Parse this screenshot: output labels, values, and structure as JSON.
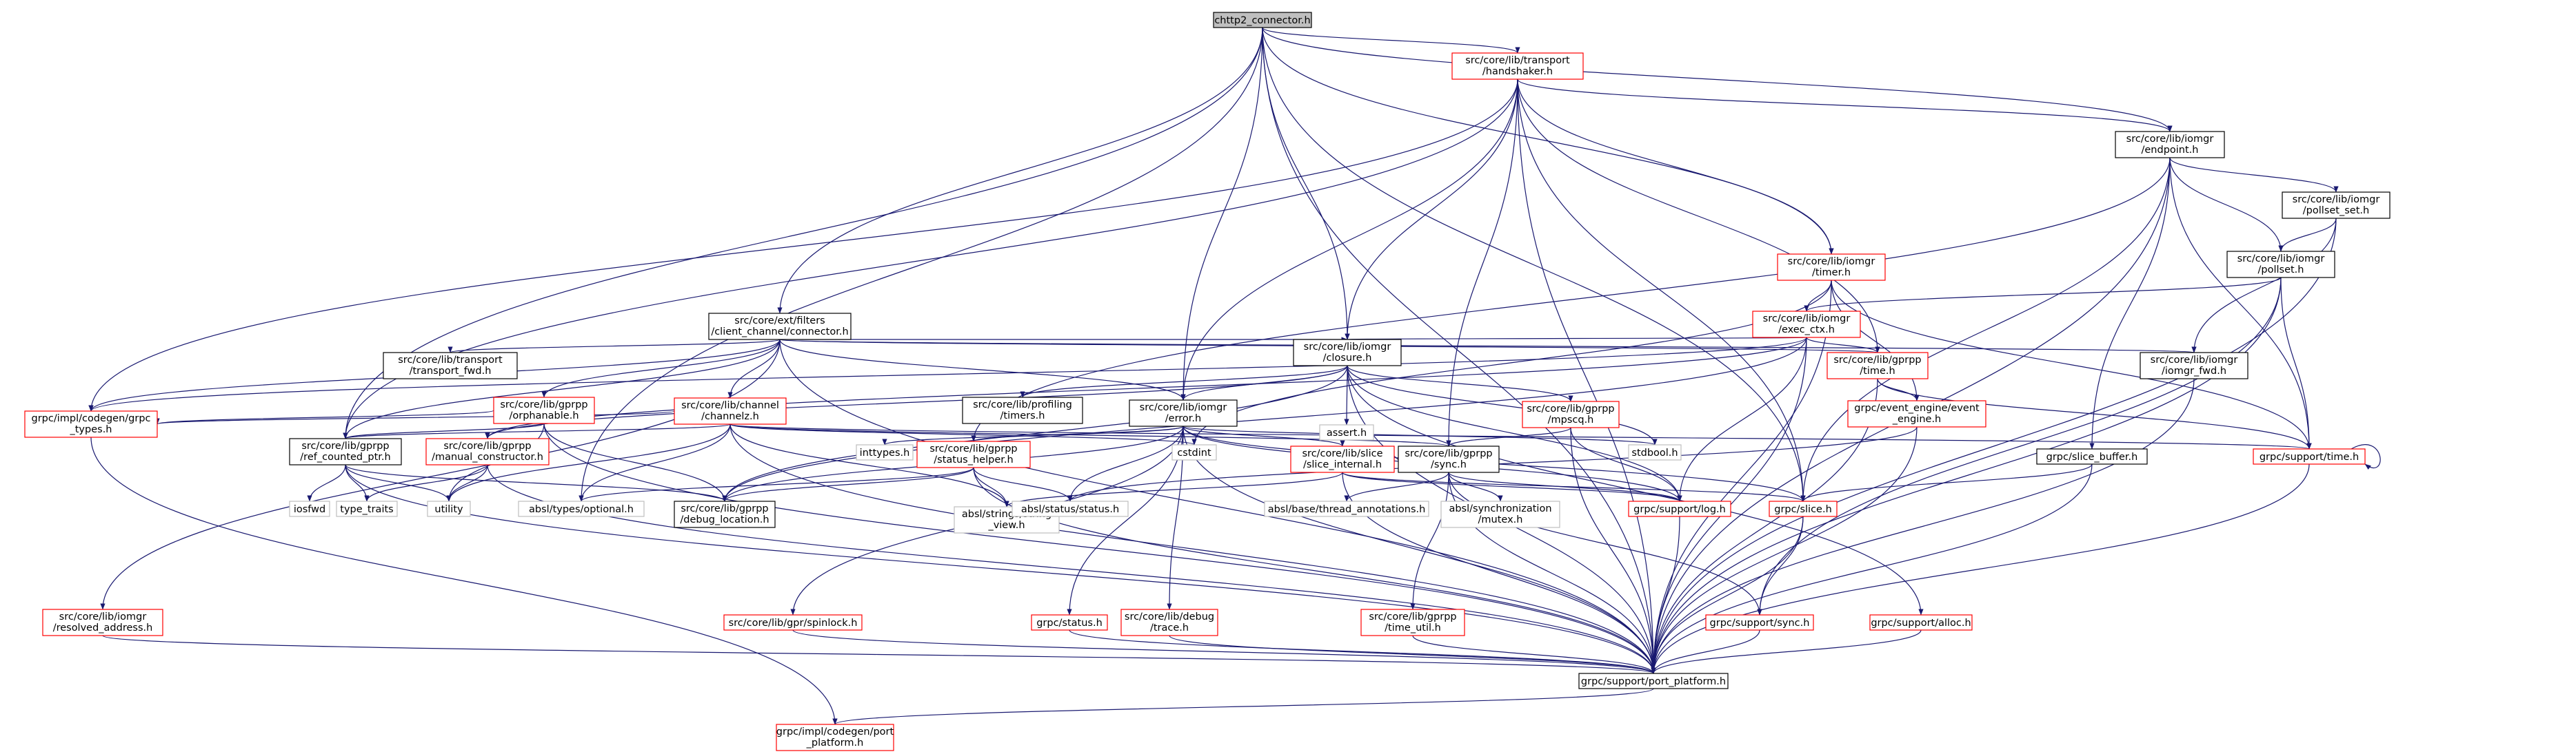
{
  "diagram": {
    "colors": {
      "edge": "#191970",
      "red_border": "#ff0000",
      "black_border": "#000000",
      "grey_border": "#bfbfbf",
      "root_fill": "#bfbfbf",
      "text": "#000000"
    },
    "nodes": [
      {
        "id": "root",
        "label": "chttp2_connector.h",
        "style": "root"
      },
      {
        "id": "handshaker",
        "label": "src/core/lib/transport\n/handshaker.h",
        "style": "red"
      },
      {
        "id": "endpoint",
        "label": "src/core/lib/iomgr\n/endpoint.h",
        "style": "black"
      },
      {
        "id": "pollset_set",
        "label": "src/core/lib/iomgr\n/pollset_set.h",
        "style": "black"
      },
      {
        "id": "pollset",
        "label": "src/core/lib/iomgr\n/pollset.h",
        "style": "black"
      },
      {
        "id": "timer",
        "label": "src/core/lib/iomgr\n/timer.h",
        "style": "red"
      },
      {
        "id": "exec_ctx",
        "label": "src/core/lib/iomgr\n/exec_ctx.h",
        "style": "red"
      },
      {
        "id": "client_channel_connector",
        "label": "src/core/ext/filters\n/client_channel/connector.h",
        "style": "black"
      },
      {
        "id": "transport_fwd",
        "label": "src/core/lib/transport\n/transport_fwd.h",
        "style": "black"
      },
      {
        "id": "closure",
        "label": "src/core/lib/iomgr\n/closure.h",
        "style": "black"
      },
      {
        "id": "gprpp_time",
        "label": "src/core/lib/gprpp\n/time.h",
        "style": "red"
      },
      {
        "id": "iomgr_fwd",
        "label": "src/core/lib/iomgr\n/iomgr_fwd.h",
        "style": "black"
      },
      {
        "id": "orphanable",
        "label": "src/core/lib/gprpp\n/orphanable.h",
        "style": "red"
      },
      {
        "id": "channelz",
        "label": "src/core/lib/channel\n/channelz.h",
        "style": "red"
      },
      {
        "id": "profiling_timers",
        "label": "src/core/lib/profiling\n/timers.h",
        "style": "black"
      },
      {
        "id": "assert",
        "label": "assert.h",
        "style": "grey"
      },
      {
        "id": "iomgr_error",
        "label": "src/core/lib/iomgr\n/error.h",
        "style": "black"
      },
      {
        "id": "mpscq",
        "label": "src/core/lib/gprpp\n/mpscq.h",
        "style": "red"
      },
      {
        "id": "event_engine",
        "label": "grpc/event_engine/event\n_engine.h",
        "style": "red"
      },
      {
        "id": "grpc_types",
        "label": "grpc/impl/codegen/grpc\n_types.h",
        "style": "red"
      },
      {
        "id": "ref_counted_ptr",
        "label": "src/core/lib/gprpp\n/ref_counted_ptr.h",
        "style": "black"
      },
      {
        "id": "manual_constructor",
        "label": "src/core/lib/gprpp\n/manual_constructor.h",
        "style": "red"
      },
      {
        "id": "inttypes",
        "label": "inttypes.h",
        "style": "grey"
      },
      {
        "id": "status_helper",
        "label": "src/core/lib/gprpp\n/status_helper.h",
        "style": "red"
      },
      {
        "id": "cstdint",
        "label": "cstdint",
        "style": "grey"
      },
      {
        "id": "slice_internal",
        "label": "src/core/lib/slice\n/slice_internal.h",
        "style": "red"
      },
      {
        "id": "gprpp_sync",
        "label": "src/core/lib/gprpp\n/sync.h",
        "style": "black"
      },
      {
        "id": "stdbool",
        "label": "stdbool.h",
        "style": "grey"
      },
      {
        "id": "slice_buffer",
        "label": "grpc/slice_buffer.h",
        "style": "black"
      },
      {
        "id": "support_time",
        "label": "grpc/support/time.h",
        "style": "red"
      },
      {
        "id": "iosfwd",
        "label": "iosfwd",
        "style": "grey"
      },
      {
        "id": "type_traits",
        "label": "type_traits",
        "style": "grey"
      },
      {
        "id": "utility",
        "label": "utility",
        "style": "grey"
      },
      {
        "id": "absl_optional",
        "label": "absl/types/optional.h",
        "style": "grey"
      },
      {
        "id": "debug_location",
        "label": "src/core/lib/gprpp\n/debug_location.h",
        "style": "black"
      },
      {
        "id": "string_view",
        "label": "absl/strings/string\n_view.h",
        "style": "grey"
      },
      {
        "id": "absl_status",
        "label": "absl/status/status.h",
        "style": "grey"
      },
      {
        "id": "thread_annotations",
        "label": "absl/base/thread_annotations.h",
        "style": "grey"
      },
      {
        "id": "absl_mutex",
        "label": "absl/synchronization\n/mutex.h",
        "style": "grey"
      },
      {
        "id": "support_log",
        "label": "grpc/support/log.h",
        "style": "red"
      },
      {
        "id": "grpc_slice",
        "label": "grpc/slice.h",
        "style": "red"
      },
      {
        "id": "resolved_address",
        "label": "src/core/lib/iomgr\n/resolved_address.h",
        "style": "red"
      },
      {
        "id": "spinlock",
        "label": "src/core/lib/gpr/spinlock.h",
        "style": "red"
      },
      {
        "id": "grpc_status",
        "label": "grpc/status.h",
        "style": "red"
      },
      {
        "id": "debug_trace",
        "label": "src/core/lib/debug\n/trace.h",
        "style": "red"
      },
      {
        "id": "time_util",
        "label": "src/core/lib/gprpp\n/time_util.h",
        "style": "red"
      },
      {
        "id": "support_sync",
        "label": "grpc/support/sync.h",
        "style": "red"
      },
      {
        "id": "support_alloc",
        "label": "grpc/support/alloc.h",
        "style": "red"
      },
      {
        "id": "port_platform",
        "label": "grpc/support/port_platform.h",
        "style": "black"
      },
      {
        "id": "codegen_port_platform",
        "label": "grpc/impl/codegen/port\n_platform.h",
        "style": "red"
      }
    ],
    "edges": [
      [
        "root",
        "handshaker"
      ],
      [
        "root",
        "endpoint"
      ],
      [
        "root",
        "timer"
      ],
      [
        "root",
        "client_channel_connector"
      ],
      [
        "root",
        "closure"
      ],
      [
        "root",
        "iomgr_error"
      ],
      [
        "root",
        "ref_counted_ptr"
      ],
      [
        "root",
        "absl_optional"
      ],
      [
        "root",
        "port_platform"
      ],
      [
        "root",
        "grpc_slice"
      ],
      [
        "handshaker",
        "endpoint"
      ],
      [
        "handshaker",
        "timer"
      ],
      [
        "handshaker",
        "closure"
      ],
      [
        "handshaker",
        "iomgr_error"
      ],
      [
        "handshaker",
        "gprpp_time"
      ],
      [
        "handshaker",
        "gprpp_sync"
      ],
      [
        "handshaker",
        "grpc_types"
      ],
      [
        "handshaker",
        "ref_counted_ptr"
      ],
      [
        "handshaker",
        "grpc_slice"
      ],
      [
        "handshaker",
        "port_platform"
      ],
      [
        "endpoint",
        "pollset_set"
      ],
      [
        "endpoint",
        "pollset"
      ],
      [
        "endpoint",
        "slice_buffer"
      ],
      [
        "endpoint",
        "support_time"
      ],
      [
        "endpoint",
        "grpc_slice"
      ],
      [
        "endpoint",
        "port_platform"
      ],
      [
        "endpoint",
        "status_helper"
      ],
      [
        "pollset_set",
        "pollset"
      ],
      [
        "pollset_set",
        "iomgr_fwd"
      ],
      [
        "pollset_set",
        "port_platform"
      ],
      [
        "pollset",
        "exec_ctx"
      ],
      [
        "pollset",
        "support_sync"
      ],
      [
        "pollset",
        "support_time"
      ],
      [
        "pollset",
        "port_platform"
      ],
      [
        "timer",
        "exec_ctx"
      ],
      [
        "timer",
        "support_time"
      ],
      [
        "timer",
        "event_engine"
      ],
      [
        "timer",
        "cstdint"
      ],
      [
        "timer",
        "port_platform"
      ],
      [
        "exec_ctx",
        "closure"
      ],
      [
        "exec_ctx",
        "gprpp_time"
      ],
      [
        "exec_ctx",
        "support_log"
      ],
      [
        "exec_ctx",
        "debug_location"
      ],
      [
        "exec_ctx",
        "manual_constructor"
      ],
      [
        "exec_ctx",
        "port_platform"
      ],
      [
        "exec_ctx",
        "grpc_types"
      ],
      [
        "client_channel_connector",
        "transport_fwd"
      ],
      [
        "client_channel_connector",
        "closure"
      ],
      [
        "client_channel_connector",
        "gprpp_time"
      ],
      [
        "client_channel_connector",
        "iomgr_fwd"
      ],
      [
        "client_channel_connector",
        "orphanable"
      ],
      [
        "client_channel_connector",
        "channelz"
      ],
      [
        "client_channel_connector",
        "iomgr_error"
      ],
      [
        "client_channel_connector",
        "grpc_types"
      ],
      [
        "client_channel_connector",
        "ref_counted_ptr"
      ],
      [
        "client_channel_connector",
        "resolved_address"
      ],
      [
        "client_channel_connector",
        "port_platform"
      ],
      [
        "closure",
        "profiling_timers"
      ],
      [
        "closure",
        "assert"
      ],
      [
        "closure",
        "iomgr_error"
      ],
      [
        "closure",
        "mpscq"
      ],
      [
        "closure",
        "debug_location"
      ],
      [
        "closure",
        "manual_constructor"
      ],
      [
        "closure",
        "support_log"
      ],
      [
        "closure",
        "support_alloc"
      ],
      [
        "closure",
        "port_platform"
      ],
      [
        "closure",
        "stdbool"
      ],
      [
        "gprpp_time",
        "event_engine"
      ],
      [
        "gprpp_time",
        "support_time"
      ],
      [
        "gprpp_time",
        "port_platform"
      ],
      [
        "iomgr_fwd",
        "port_platform"
      ],
      [
        "orphanable",
        "ref_counted_ptr"
      ],
      [
        "orphanable",
        "debug_location"
      ],
      [
        "orphanable",
        "grpc_types"
      ],
      [
        "orphanable",
        "utility"
      ],
      [
        "orphanable",
        "port_platform"
      ],
      [
        "channelz",
        "ref_counted_ptr"
      ],
      [
        "channelz",
        "grpc_types"
      ],
      [
        "channelz",
        "absl_optional"
      ],
      [
        "channelz",
        "utility"
      ],
      [
        "channelz",
        "gprpp_sync"
      ],
      [
        "channelz",
        "support_time"
      ],
      [
        "channelz",
        "cstdint"
      ],
      [
        "channelz",
        "string_view"
      ],
      [
        "channelz",
        "port_platform"
      ],
      [
        "iomgr_error",
        "inttypes"
      ],
      [
        "iomgr_error",
        "stdbool"
      ],
      [
        "iomgr_error",
        "status_helper"
      ],
      [
        "iomgr_error",
        "slice_internal"
      ],
      [
        "iomgr_error",
        "spinlock"
      ],
      [
        "iomgr_error",
        "grpc_status"
      ],
      [
        "iomgr_error",
        "debug_trace"
      ],
      [
        "iomgr_error",
        "support_log"
      ],
      [
        "iomgr_error",
        "absl_status"
      ],
      [
        "iomgr_error",
        "grpc_slice"
      ],
      [
        "iomgr_error",
        "port_platform"
      ],
      [
        "iomgr_error",
        "debug_location"
      ],
      [
        "mpscq",
        "gprpp_sync"
      ],
      [
        "mpscq",
        "support_log"
      ],
      [
        "mpscq",
        "port_platform"
      ],
      [
        "event_engine",
        "port_platform"
      ],
      [
        "event_engine",
        "absl_status"
      ],
      [
        "grpc_types",
        "codegen_port_platform"
      ],
      [
        "ref_counted_ptr",
        "iosfwd"
      ],
      [
        "ref_counted_ptr",
        "type_traits"
      ],
      [
        "ref_counted_ptr",
        "utility"
      ],
      [
        "ref_counted_ptr",
        "debug_location"
      ],
      [
        "ref_counted_ptr",
        "port_platform"
      ],
      [
        "manual_constructor",
        "type_traits"
      ],
      [
        "manual_constructor",
        "utility"
      ],
      [
        "manual_constructor",
        "port_platform"
      ],
      [
        "status_helper",
        "absl_optional"
      ],
      [
        "status_helper",
        "string_view"
      ],
      [
        "status_helper",
        "absl_status"
      ],
      [
        "status_helper",
        "debug_location"
      ],
      [
        "status_helper",
        "port_platform"
      ],
      [
        "slice_internal",
        "grpc_slice"
      ],
      [
        "slice_internal",
        "support_log"
      ],
      [
        "slice_internal",
        "string_view"
      ],
      [
        "slice_internal",
        "port_platform"
      ],
      [
        "gprpp_sync",
        "thread_annotations"
      ],
      [
        "gprpp_sync",
        "absl_mutex"
      ],
      [
        "gprpp_sync",
        "time_util"
      ],
      [
        "gprpp_sync",
        "support_sync"
      ],
      [
        "gprpp_sync",
        "support_log"
      ],
      [
        "gprpp_sync",
        "port_platform"
      ],
      [
        "slice_buffer",
        "grpc_slice"
      ],
      [
        "slice_buffer",
        "port_platform"
      ],
      [
        "support_time",
        "support_time"
      ],
      [
        "support_time",
        "port_platform"
      ],
      [
        "support_log",
        "port_platform"
      ],
      [
        "grpc_slice",
        "support_sync"
      ],
      [
        "grpc_slice",
        "port_platform"
      ],
      [
        "resolved_address",
        "port_platform"
      ],
      [
        "spinlock",
        "port_platform"
      ],
      [
        "grpc_status",
        "port_platform"
      ],
      [
        "debug_trace",
        "port_platform"
      ],
      [
        "time_util",
        "port_platform"
      ],
      [
        "support_sync",
        "port_platform"
      ],
      [
        "support_alloc",
        "port_platform"
      ],
      [
        "port_platform",
        "codegen_port_platform"
      ]
    ]
  }
}
